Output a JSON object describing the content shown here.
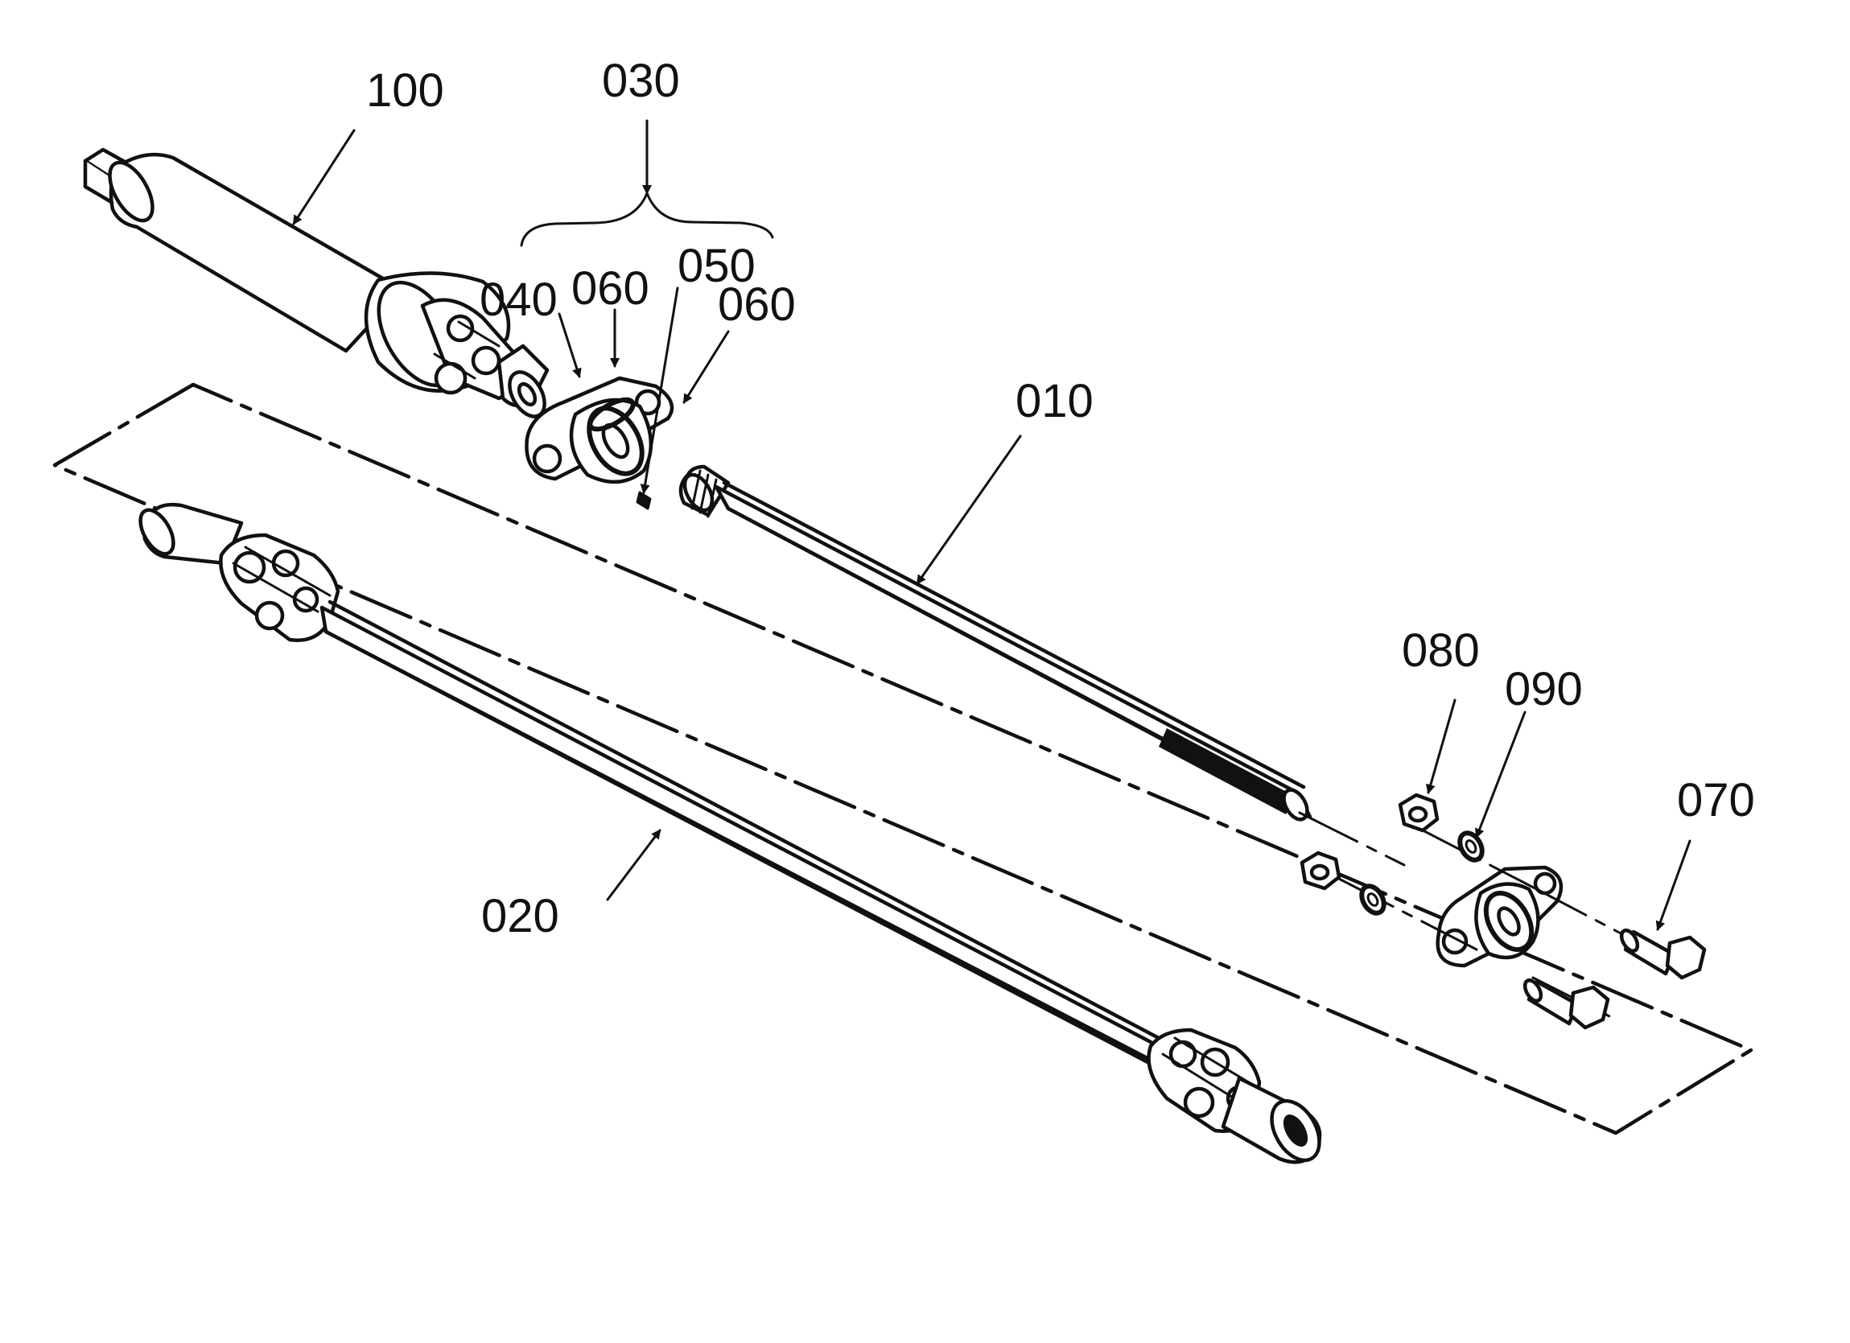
{
  "labels": {
    "p100": "100",
    "p030": "030",
    "p040": "040",
    "p060a": "060",
    "p050": "050",
    "p060b": "060",
    "p010": "010",
    "p080": "080",
    "p090": "090",
    "p070": "070",
    "p020": "020"
  },
  "colors": {
    "line": "#111111",
    "background": "#ffffff"
  }
}
